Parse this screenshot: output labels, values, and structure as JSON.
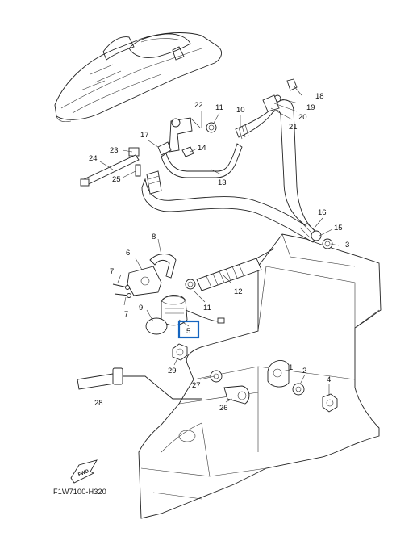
{
  "diagram": {
    "code": "F1W7100-H320",
    "fwd_label": "FWD",
    "highlight_color": "#1565c0",
    "highlighted_callout": "5",
    "callouts": {
      "c1": "1",
      "c2": "2",
      "c3": "3",
      "c4": "4",
      "c5": "5",
      "c6": "6",
      "c7a": "7",
      "c7b": "7",
      "c8": "8",
      "c9": "9",
      "c10": "10",
      "c11a": "11",
      "c11b": "11",
      "c12": "12",
      "c13": "13",
      "c14": "14",
      "c15": "15",
      "c16": "16",
      "c17": "17",
      "c18": "18",
      "c19": "19",
      "c20": "20",
      "c21": "21",
      "c22": "22",
      "c23": "23",
      "c24": "24",
      "c25": "25",
      "c26": "26",
      "c27": "27",
      "c28": "28",
      "c29": "29"
    }
  }
}
